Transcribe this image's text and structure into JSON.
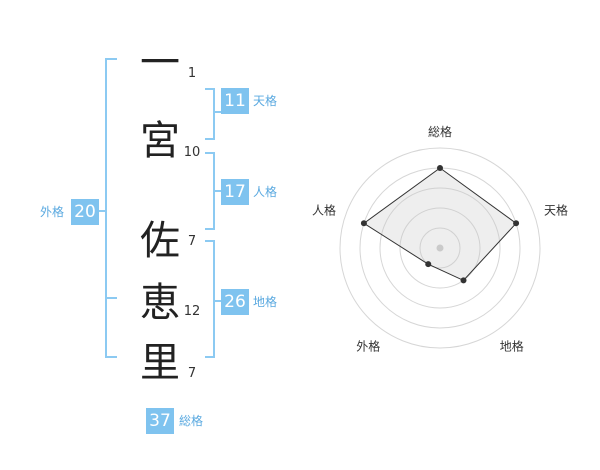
{
  "name": {
    "characters": [
      {
        "char": "一",
        "strokes": "1"
      },
      {
        "char": "宮",
        "strokes": "10"
      },
      {
        "char": "佐",
        "strokes": "7"
      },
      {
        "char": "恵",
        "strokes": "12"
      },
      {
        "char": "里",
        "strokes": "7"
      }
    ]
  },
  "grids": {
    "ten": {
      "value": "11",
      "label": "天格"
    },
    "jin": {
      "value": "17",
      "label": "人格"
    },
    "chi": {
      "value": "26",
      "label": "地格"
    },
    "gai": {
      "value": "20",
      "label": "外格"
    },
    "sou": {
      "value": "37",
      "label": "総格"
    }
  },
  "colors": {
    "accent": "#7fc3ef",
    "bracket": "#8ccaf2",
    "accent_text": "#5aa9e0"
  },
  "chart_data": {
    "type": "radar",
    "axes": [
      "総格",
      "天格",
      "地格",
      "外格",
      "人格"
    ],
    "values": [
      4,
      4,
      2,
      1,
      4
    ],
    "max": 5,
    "grid": true
  }
}
